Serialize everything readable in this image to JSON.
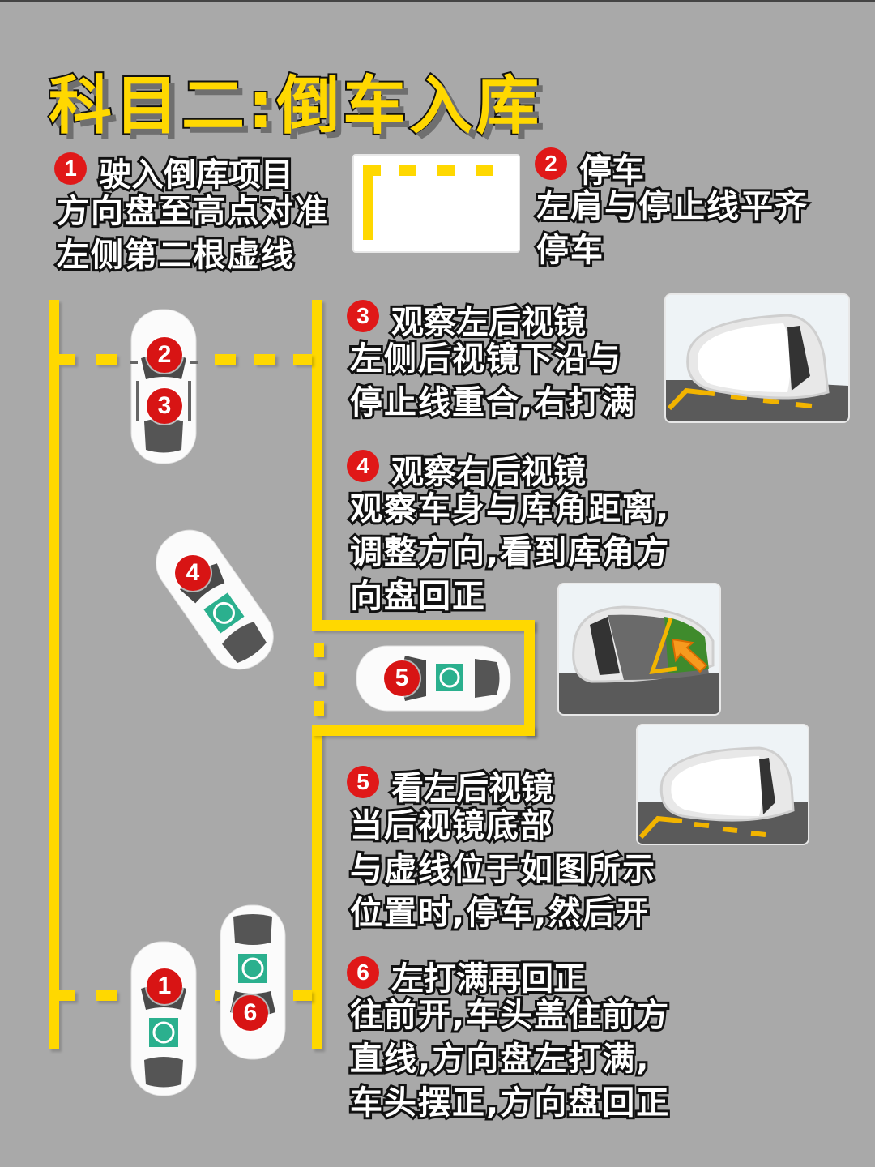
{
  "title": "科目二:倒车入库",
  "steps": [
    {
      "num": "1",
      "heading": "驶入倒库项目",
      "lines": [
        "方向盘至高点对准",
        "左侧第二根虚线"
      ]
    },
    {
      "num": "2",
      "heading": "停车",
      "lines": [
        "左肩与停止线平齐",
        "停车"
      ]
    },
    {
      "num": "3",
      "heading": "观察左后视镜",
      "lines": [
        "左侧后视镜下沿与",
        "停止线重合,右打满"
      ]
    },
    {
      "num": "4",
      "heading": "观察右后视镜",
      "lines": [
        "观察车身与库角距离,",
        "调整方向,看到库角方",
        "向盘回正"
      ]
    },
    {
      "num": "5",
      "heading": "看左后视镜",
      "lines": [
        "当后视镜底部",
        "与虚线位于如图所示",
        "位置时,停车,然后开"
      ]
    },
    {
      "num": "6",
      "heading": "左打满再回正",
      "lines": [
        "往前开,车头盖住前方",
        "直线,方向盘左打满,",
        "车头摆正,方向盘回正"
      ]
    }
  ],
  "diagram": {
    "car_badges": [
      "2",
      "3",
      "4",
      "5",
      "1",
      "6"
    ],
    "images": [
      "stop-line-diagram",
      "left-mirror-view",
      "right-mirror-view-arrow",
      "left-mirror-dashed-line-view"
    ]
  },
  "colors": {
    "background": "#a9a9a9",
    "line_yellow": "#ffd800",
    "badge_red": "#e01818",
    "logo_green": "#2bb08e"
  }
}
